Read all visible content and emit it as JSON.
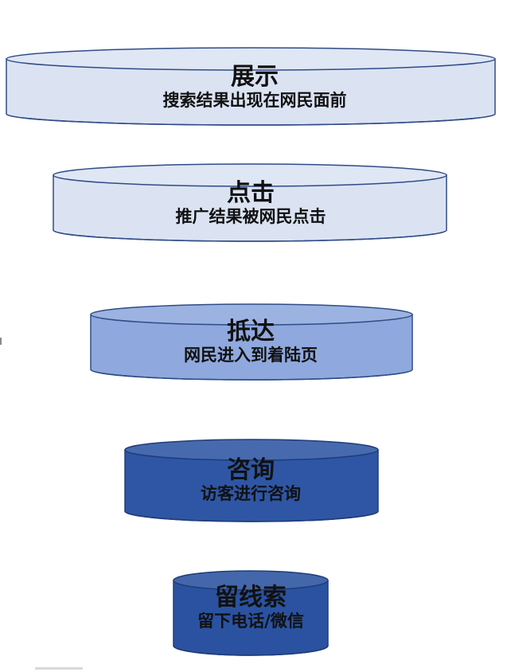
{
  "stages": [
    {
      "title": "展示",
      "subtitle": "搜索结果出现在网民面前",
      "fill": "#dbe3f3",
      "stroke": "#2e4c86",
      "text_color": "#111111"
    },
    {
      "title": "点击",
      "subtitle": "推广结果被网民点击",
      "fill": "#dbe3f3",
      "stroke": "#2e4c86",
      "text_color": "#111111"
    },
    {
      "title": "抵达",
      "subtitle": "网民进入到着陆页",
      "fill": "#8fa9de",
      "stroke": "#2e4c86",
      "text_color": "#111111"
    },
    {
      "title": "咨询",
      "subtitle": "访客进行咨询",
      "fill": "#2e56a4",
      "stroke": "#1f3c78",
      "text_color": "#111111"
    },
    {
      "title": "留线索",
      "subtitle": "留下电话/微信",
      "fill": "#2a52a0",
      "stroke": "#1f3c78",
      "text_color": "#111111"
    }
  ]
}
